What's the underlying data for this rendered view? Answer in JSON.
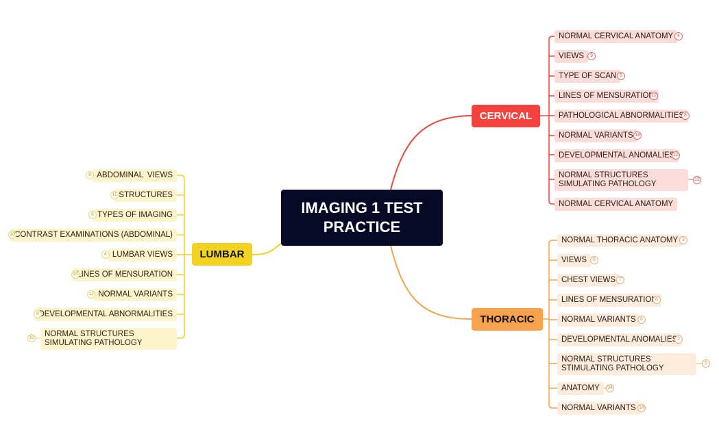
{
  "root": {
    "title": "IMAGING 1 TEST PRACTICE"
  },
  "colors": {
    "root": "#060a26",
    "cervical": "#f4433f",
    "thoracic": "#f7a24d",
    "lumbar": "#f2d322"
  },
  "branches": {
    "cervical": {
      "label": "CERVICAL",
      "items": [
        {
          "label": "NORMAL CERVICAL ANATOMY",
          "count": "4"
        },
        {
          "label": "VIEWS",
          "count": "9"
        },
        {
          "label": "TYPE OF SCAN",
          "count": "6"
        },
        {
          "label": "LINES OF MENSURATION",
          "count": "22"
        },
        {
          "label": "PATHOLOGICAL ABNORMALITIES",
          "count": "8"
        },
        {
          "label": "NORMAL VARIANTS",
          "count": "18"
        },
        {
          "label": "DEVELOPMENTAL ANOMALIES",
          "count": "12"
        },
        {
          "label": "NORMAL STRUCTURES SIMULATING PATHOLOGY",
          "count": "12"
        },
        {
          "label": "NORMAL CERVICAL ANATOMY",
          "count": ""
        }
      ]
    },
    "thoracic": {
      "label": "THORACIC",
      "items": [
        {
          "label": "NORMAL THORACIC ANATOMY",
          "count": "3"
        },
        {
          "label": "VIEWS",
          "count": "6"
        },
        {
          "label": "CHEST VIEWS",
          "count": "7"
        },
        {
          "label": "LINES OF MENSURATION",
          "count": "8"
        },
        {
          "label": "NORMAL VARIANTS",
          "count": "6"
        },
        {
          "label": "DEVELOPMENTAL ANOMALIES",
          "count": "2"
        },
        {
          "label": "NORMAL STRUCTURES STIMULATING PATHOLOGY",
          "count": "5"
        },
        {
          "label": "ANATOMY",
          "count": "34"
        },
        {
          "label": "NORMAL VARIANTS",
          "count": "18"
        }
      ]
    },
    "lumbar": {
      "label": "LUMBAR",
      "items": [
        {
          "label": "ABDOMINAL  VIEWS",
          "count": "8"
        },
        {
          "label": "STRUCTURES",
          "count": "11"
        },
        {
          "label": "TYPES OF IMAGING",
          "count": "6"
        },
        {
          "label": "CONTRAST EXAMINATIONS (ABDOMINAL)",
          "count": "10"
        },
        {
          "label": "LUMBAR VIEWS",
          "count": "4"
        },
        {
          "label": "LINES OF MENSURATION",
          "count": "16"
        },
        {
          "label": "NORMAL VARIANTS",
          "count": "12"
        },
        {
          "label": "DEVELOPMENTAL ABNORMALITIES",
          "count": "8"
        },
        {
          "label": "NORMAL STRUCTURES SIMULATING PATHOLOGY",
          "count": "10"
        }
      ]
    }
  }
}
